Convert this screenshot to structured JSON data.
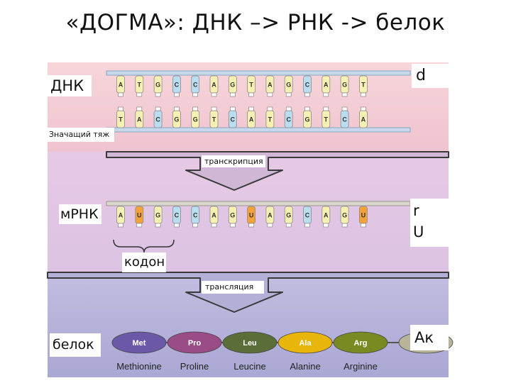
{
  "title": "«ДОГМА»: ДНК –> РНК -> белок",
  "labels": {
    "dna": "ДНК",
    "template_strand": "Значащий тяж",
    "transcription": "транскрипция",
    "mrna": "мРНК",
    "codon": "кодон",
    "translation": "трансляция",
    "protein": "белок",
    "right_d": "d",
    "right_r": "r",
    "right_u": "U",
    "right_ak": "Ак"
  },
  "dna_top": [
    "A",
    "T",
    "G",
    "C",
    "C",
    "A",
    "G",
    "T",
    "A",
    "G",
    "C",
    "A",
    "G",
    "T"
  ],
  "dna_bottom": [
    "T",
    "A",
    "C",
    "G",
    "G",
    "T",
    "C",
    "A",
    "T",
    "C",
    "G",
    "T",
    "C",
    "A"
  ],
  "mrna": [
    "A",
    "U",
    "G",
    "C",
    "C",
    "A",
    "G",
    "U",
    "A",
    "G",
    "C",
    "A",
    "G",
    "U"
  ],
  "amino_acids": [
    {
      "short": "Met",
      "name": "Methionine"
    },
    {
      "short": "Pro",
      "name": "Proline"
    },
    {
      "short": "Leu",
      "name": "Leucine"
    },
    {
      "short": "Ala",
      "name": "Alanine"
    },
    {
      "short": "Arg",
      "name": "Arginine"
    }
  ],
  "colors": {
    "A": "#f6f0b2",
    "T": "#f6f0b2",
    "G": "#f6f0b2",
    "C": "#b9dcee",
    "U": "#f3a23a",
    "dna_band": "#f6d2d6",
    "mrna_band": "#e6cce6",
    "protein_band": "#b7b4da",
    "met": "#6b59a8",
    "pro": "#9a4c86",
    "leu": "#5b6e37",
    "ala": "#e8b60a",
    "arg": "#7a8a22"
  }
}
